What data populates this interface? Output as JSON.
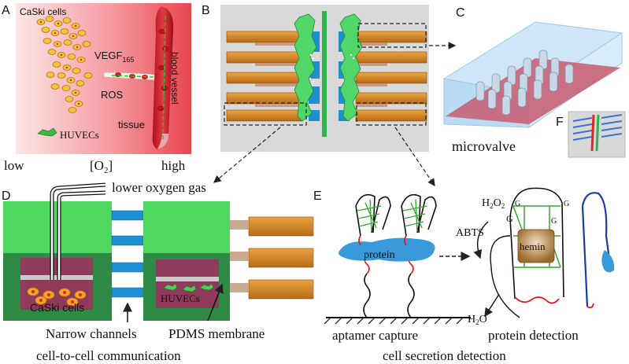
{
  "panels": {
    "a": {
      "letter": "A",
      "caski": "CaSki cells",
      "vegf": "VEGF",
      "vegf_sub": "165",
      "ros": "ROS",
      "tissue": "tissue",
      "vessel": "blood vessel",
      "huvec": "HUVECs",
      "low": "low",
      "o2_open": "[O",
      "o2_sub": "2",
      "o2_close": "]",
      "high": "high"
    },
    "b": {
      "letter": "B"
    },
    "c": {
      "letter": "C",
      "caption": "microvalve"
    },
    "f": {
      "letter": "F"
    },
    "d": {
      "letter": "D",
      "gas": "lower oxygen gas",
      "caski": "CaSki cells",
      "huvec": "HUVECs",
      "channels": "Narrow channels",
      "membrane": "PDMS membrane",
      "caption": "cell-to-cell communication"
    },
    "e": {
      "letter": "E",
      "protein": "protein",
      "capture": "aptamer capture",
      "h2o2_a": "H",
      "h2o2_s1": "2",
      "h2o2_b": "O",
      "h2o2_s2": "2",
      "abts": "ABTS",
      "hemin": "hemin",
      "g": "G",
      "h2o_a": "H",
      "h2o_s": "2",
      "h2o_b": "O",
      "detection": "protein detection",
      "caption": "cell secretion detection"
    }
  },
  "colors": {
    "tissue_bg": "#f07a80",
    "chip_bg": "#d9d9d9",
    "pdms_green": "#52d66a",
    "channel_blue": "#1e90d0",
    "valve_orange": "#d9892a",
    "protein_blue": "#3a9ad9",
    "dna_green": "#33aa33",
    "dna_red": "#dd1a1a"
  }
}
